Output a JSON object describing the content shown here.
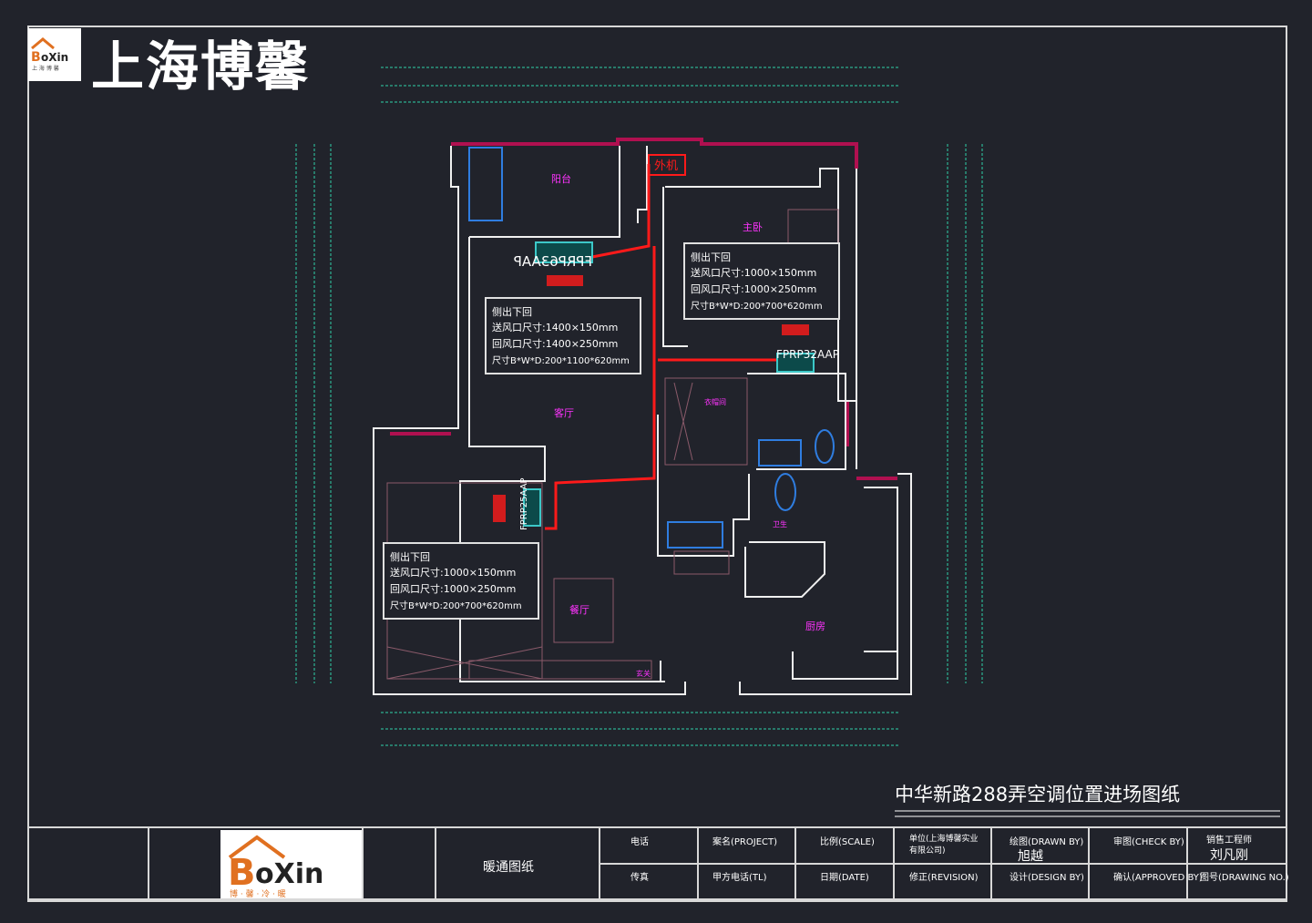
{
  "brand": {
    "name": "上海博馨",
    "logo_text": "BoXin",
    "logo_subtitle": "上 海 博 馨",
    "bottom_logo_subtitle": "博 · 馨 · 冷 · 暖"
  },
  "colors": {
    "background": "#21232b",
    "wall": "#ffffff",
    "duct": "#ff1a1a",
    "room_label": "#ff33ff",
    "fixture": "#2f7de0",
    "unit": "#3cc8c8",
    "magenta_wall": "#b01050"
  },
  "rooms": {
    "balcony": "阳台",
    "outdoor_unit": "外机",
    "master_bedroom": "主卧",
    "living_room": "客厅",
    "cloakroom": "衣帽间",
    "dining_room": "餐厅",
    "kitchen": "厨房",
    "bathroom": "卫生",
    "entrance": "玄关"
  },
  "units": [
    {
      "model": "FPRP63AAP",
      "note_title": "侧出下回",
      "supply": "送风口尺寸:1400×150mm",
      "return": "回风口尺寸:1400×250mm",
      "size": "尺寸B*W*D:200*1100*620mm"
    },
    {
      "model": "FPRP32AAP",
      "note_title": "侧出下回",
      "supply": "送风口尺寸:1000×150mm",
      "return": "回风口尺寸:1000×250mm",
      "size": "尺寸B*W*D:200*700*620mm"
    },
    {
      "model": "FPRP25AAP",
      "note_title": "侧出下回",
      "supply": "送风口尺寸:1000×150mm",
      "return": "回风口尺寸:1000×250mm",
      "size": "尺寸B*W*D:200*700*620mm"
    }
  ],
  "drawing_title": "中华新路288弄空调位置进场图纸",
  "title_block": {
    "drawing_type": "暖通图纸",
    "cells": [
      {
        "top": "电话",
        "bottom": "传真"
      },
      {
        "top": "案名(PROJECT)",
        "bottom": "甲方电话(TL)"
      },
      {
        "top": "比例(SCALE)",
        "bottom": "日期(DATE)"
      },
      {
        "top": "单位(上海博馨实业有限公司)",
        "bottom": "修正(REVISION)"
      },
      {
        "top": "绘图(DRAWN BY)",
        "top_value": "旭越",
        "bottom": "设计(DESIGN BY)"
      },
      {
        "top": "审图(CHECK BY)",
        "bottom": "确认(APPROVED BY)"
      },
      {
        "top": "销售工程师",
        "top_value": "刘凡刚",
        "bottom": "图号(DRAWING NO.)"
      }
    ]
  }
}
